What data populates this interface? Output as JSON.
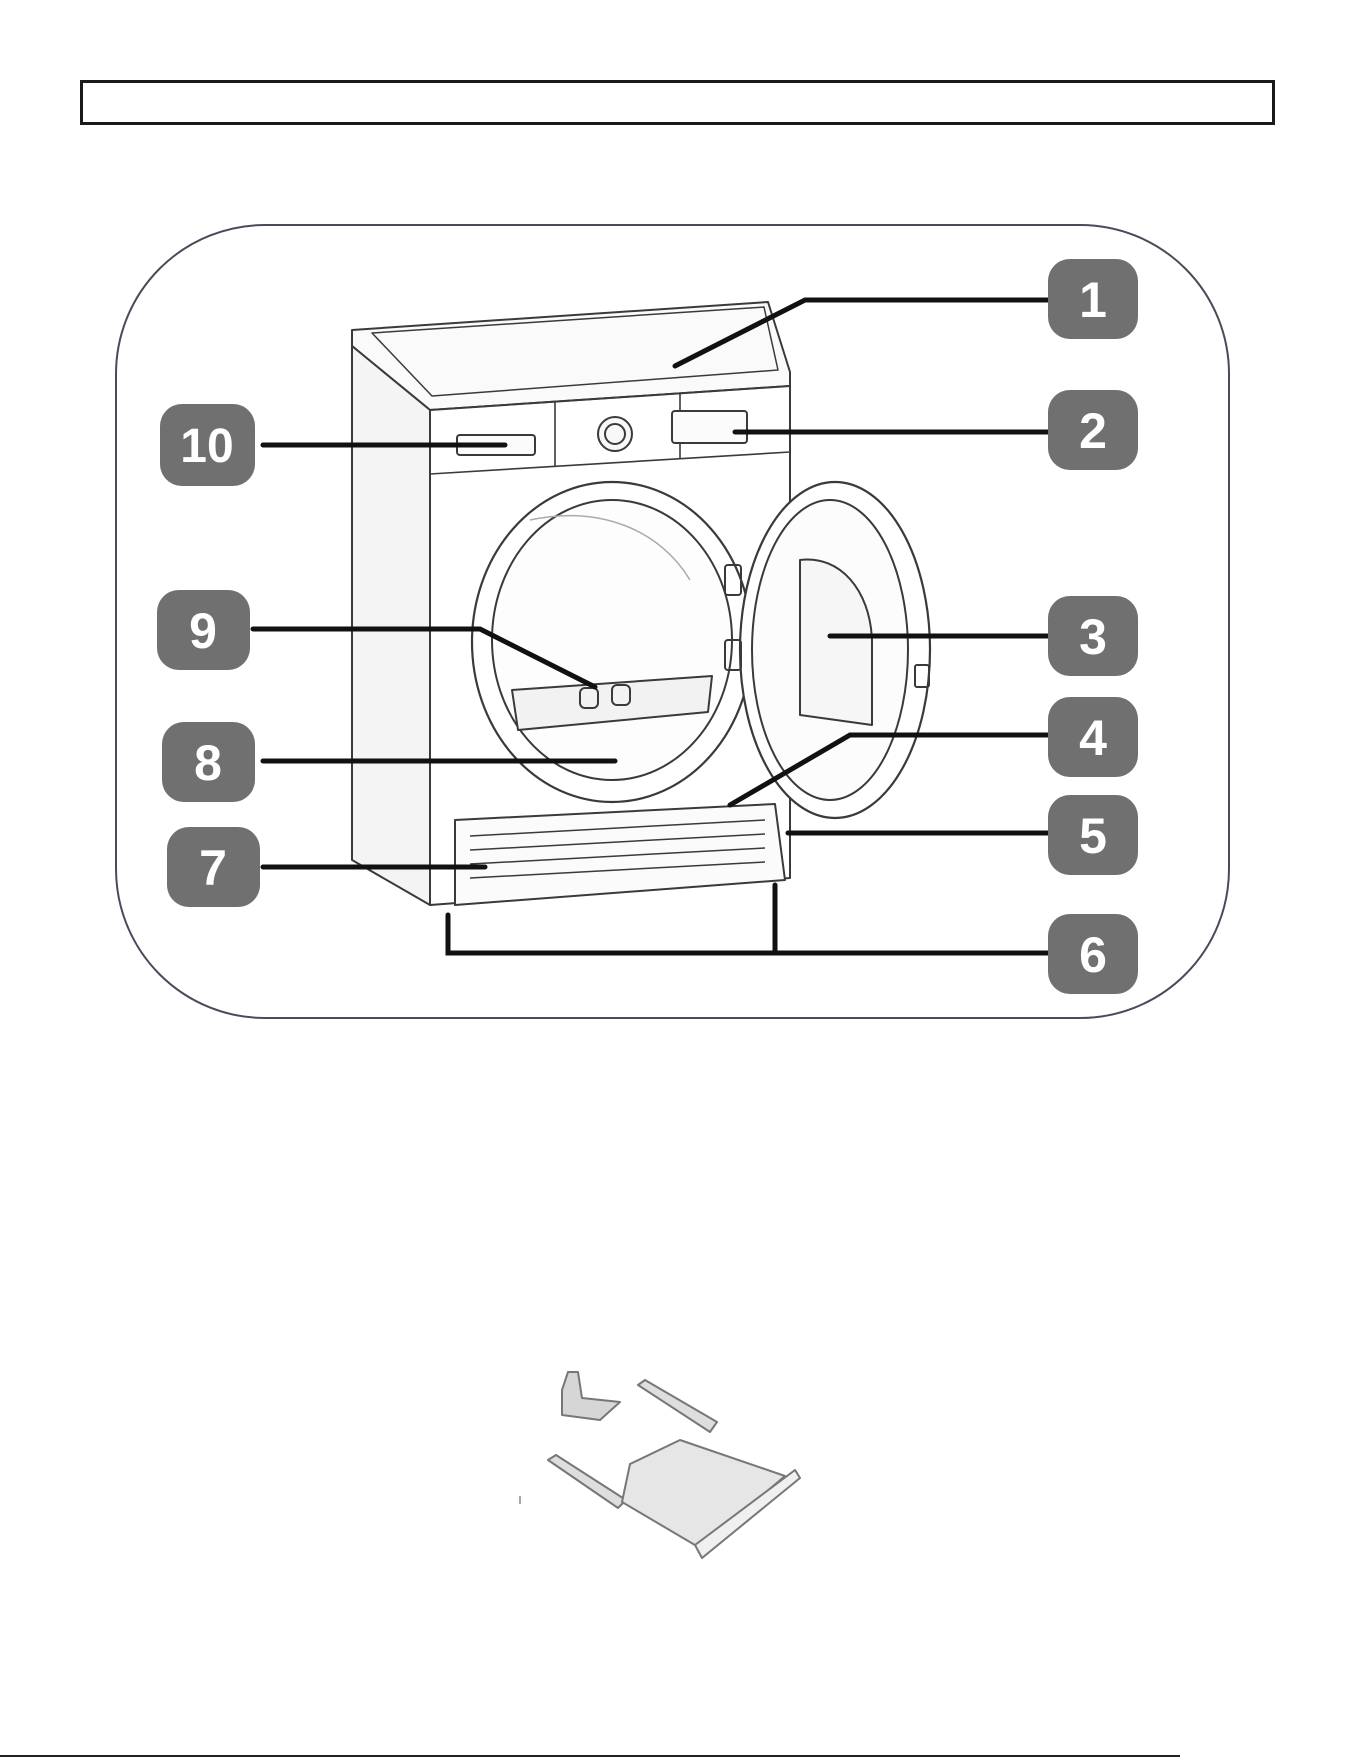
{
  "diagram": {
    "callouts": [
      {
        "label": "1"
      },
      {
        "label": "2"
      },
      {
        "label": "3"
      },
      {
        "label": "4"
      },
      {
        "label": "5"
      },
      {
        "label": "6"
      },
      {
        "label": "7"
      },
      {
        "label": "8"
      },
      {
        "label": "9"
      },
      {
        "label": "10"
      }
    ],
    "colors": {
      "badge": "#707070",
      "outline": "#3a3a3a",
      "leader": "#111111",
      "panel_border": "#4a4a5a",
      "shelf_fill": "#e4e4e4"
    }
  },
  "accessory": {
    "icon": "stacking-kit-shelf-icon"
  }
}
